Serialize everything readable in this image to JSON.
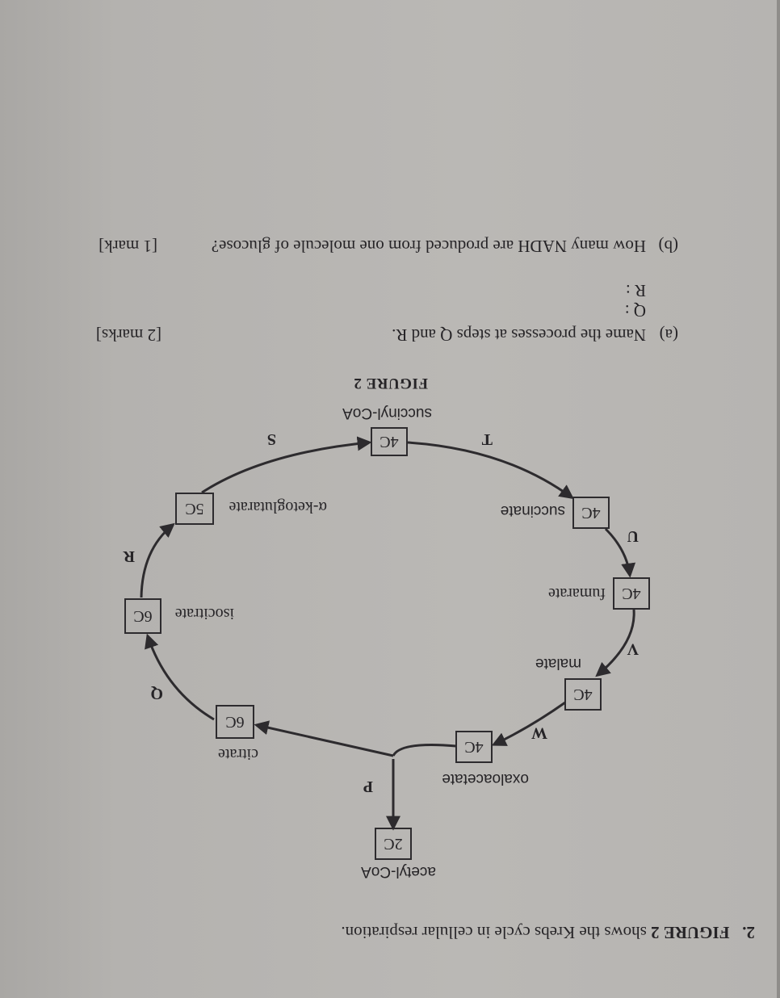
{
  "question": {
    "number": "2.",
    "intro_bold": "FIGURE 2",
    "intro_rest": "shows the Krebs cycle in cellular respiration."
  },
  "diagram": {
    "molecules": [
      {
        "id": "acetyl-coa",
        "name": "acetyl-CoA",
        "carbons": "2C"
      },
      {
        "id": "oxaloacetate",
        "name": "oxaloacetate",
        "carbons": "4C"
      },
      {
        "id": "citrate",
        "name": "citrate",
        "carbons": "6C"
      },
      {
        "id": "isocitrate",
        "name": "isocitrate",
        "carbons": "6C"
      },
      {
        "id": "alpha-ketoglutarate",
        "name": "α-ketoglutarate",
        "carbons": "5C"
      },
      {
        "id": "succinyl-coa",
        "name": "succinyl-CoA",
        "carbons": "4C"
      },
      {
        "id": "succinate",
        "name": "succinate",
        "carbons": "4C"
      },
      {
        "id": "fumarate",
        "name": "fumarate",
        "carbons": "4C"
      },
      {
        "id": "malate",
        "name": "malate",
        "carbons": "4C"
      }
    ],
    "steps": {
      "P": "P",
      "Q": "Q",
      "R": "R",
      "S": "S",
      "T": "T",
      "U": "U",
      "V": "V",
      "W": "W"
    },
    "caption": "FIGURE 2",
    "line_color": "#2d2b2e"
  },
  "parts": {
    "a": {
      "label": "(a)",
      "text": "Name the processes at steps Q and R.",
      "marks": "[2 marks]",
      "answer_q": "Q :",
      "answer_r": "R :"
    },
    "b": {
      "label": "(b)",
      "text": "How many NADH are produced from one molecule of glucose?",
      "marks": "[1 mark]"
    }
  },
  "page": {
    "orientation": "rotated 180°",
    "paper_color": "#b8b6b3",
    "ink_color": "#262427"
  }
}
